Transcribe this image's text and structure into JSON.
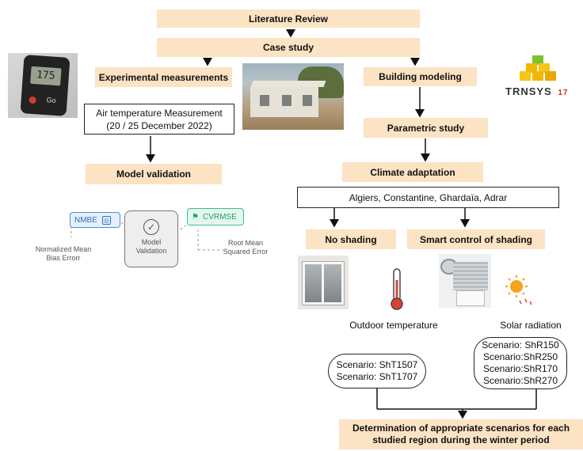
{
  "flow": {
    "literature_review": "Literature Review",
    "case_study": "Case study",
    "experimental_measurements": "Experimental measurements",
    "building_modeling": "Building modeling",
    "air_temperature_line1": "Air temperature Measurement",
    "air_temperature_line2": "(20 / 25 December 2022)",
    "model_validation": "Model validation",
    "parametric_study": "Parametric study",
    "climate_adaptation": "Climate adaptation",
    "cities": "Algiers, Constantine, Ghardaïa, Adrar",
    "no_shading": "No shading",
    "smart_control": "Smart control of shading",
    "outdoor_temperature": "Outdoor temperature",
    "solar_radiation": "Solar radiation",
    "scenarios_temp": [
      "Scenario: ShT1507",
      "Scenario: ShT1707"
    ],
    "scenarios_solar": [
      "Scenario: ShR150",
      "Scenario:ShR250",
      "Scenario:ShR170",
      "Scenario:ShR270"
    ],
    "determination_line1": "Determination of appropriate scenarios for each",
    "determination_line2": "studied region during the winter period"
  },
  "validation_graphic": {
    "nmbe": "NMBE",
    "nmbe_desc_line1": "Normalized Mean",
    "nmbe_desc_line2": "Bias Errorr",
    "cvrmse": "CVRMSE",
    "cvrmse_desc_line1": "Root Mean",
    "cvrmse_desc_line2": "Squared Error",
    "center_line1": "Model",
    "center_line2": "Validation"
  },
  "logo": {
    "name": "TRNSYS",
    "version": "17"
  },
  "device_display": {
    "reading": "175",
    "button": "Go"
  },
  "colors": {
    "peach": "#fbe3c4",
    "nmbe_blue": "#4a8fe0",
    "cvrmse_green": "#3cbf8a",
    "logo_red": "#d42a2a"
  }
}
